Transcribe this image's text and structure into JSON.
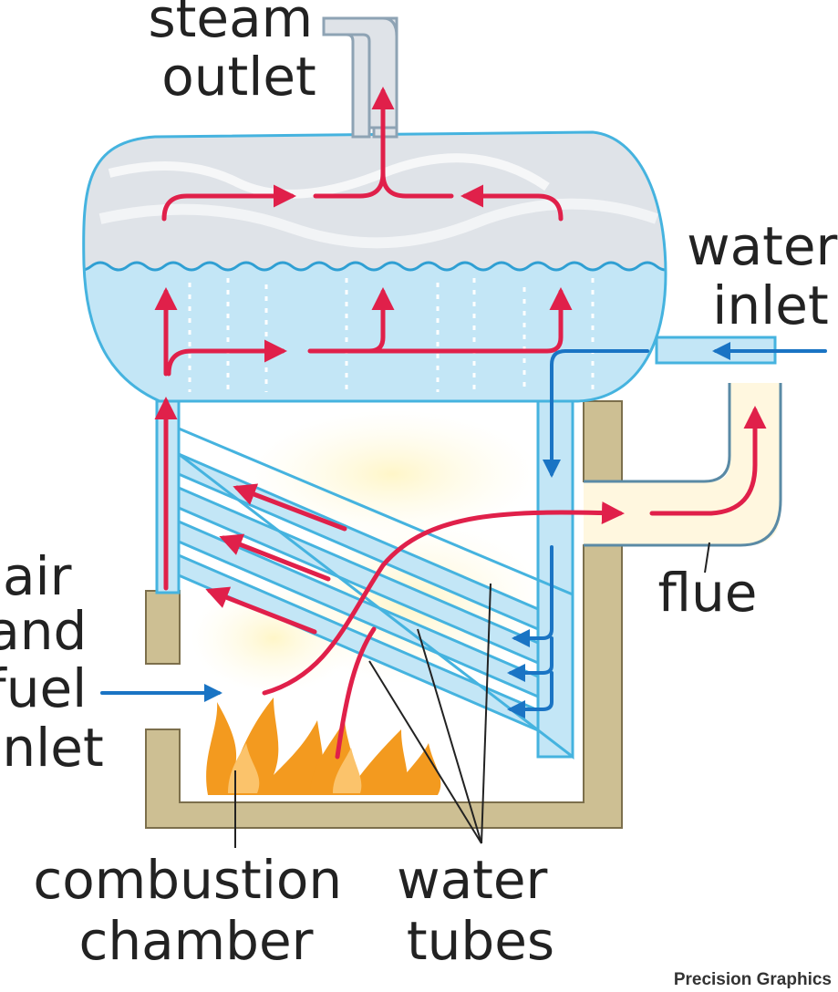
{
  "labels": {
    "steam_outlet": [
      "steam",
      "outlet"
    ],
    "water_inlet": [
      "water",
      "inlet"
    ],
    "flue": "flue",
    "air_fuel_inlet": [
      "air",
      "and",
      "fuel",
      "inlet"
    ],
    "combustion_chamber": [
      "combustion",
      "chamber"
    ],
    "water_tubes": [
      "water",
      "tubes"
    ],
    "credit": "Precision Graphics"
  },
  "colors": {
    "steam_arrow": "#e0204a",
    "water_arrow": "#1a74c4",
    "water": "#c3e6f6",
    "steam": "#dfe3e8",
    "outline": "#45b3df",
    "wall": "#cdbf93",
    "wall_edge": "#7c6f4c",
    "flame": "#f39a1f",
    "leader": "#222222"
  }
}
